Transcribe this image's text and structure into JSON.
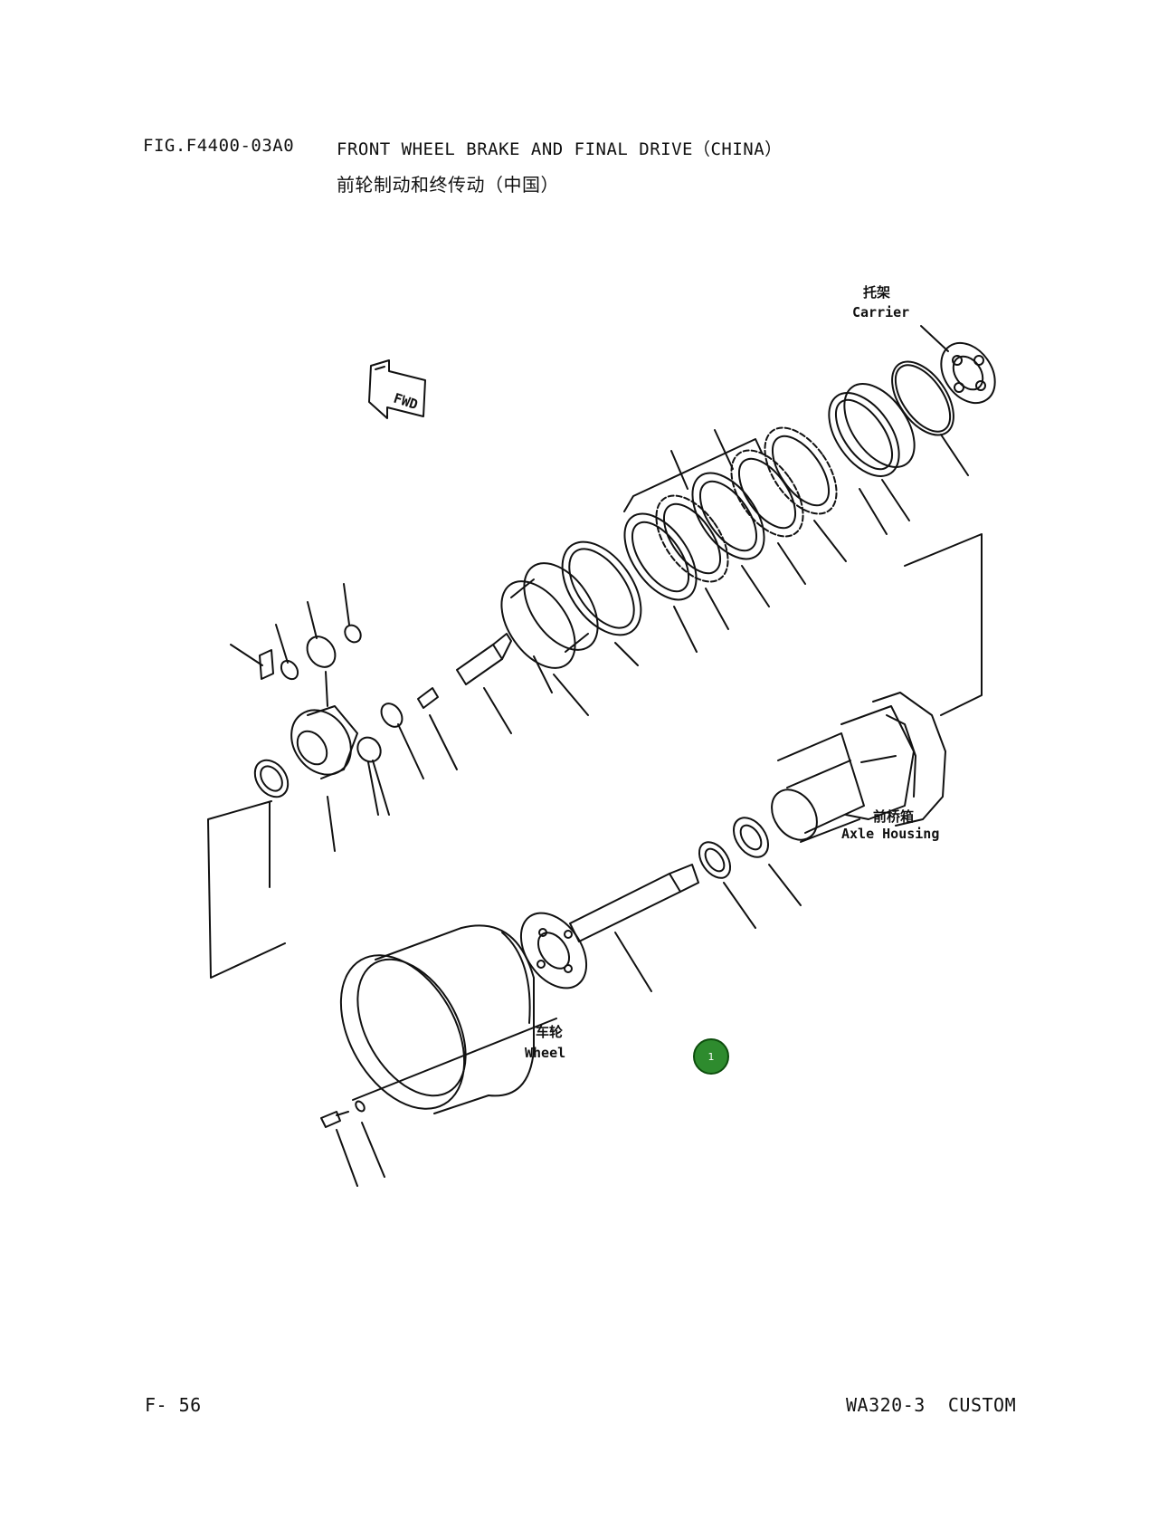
{
  "header": {
    "fig_no": "FIG.F4400-03A0",
    "title_en": "FRONT WHEEL BRAKE AND FINAL DRIVE（CHINA）",
    "title_cn": "前轮制动和终传动（中国）"
  },
  "callouts": {
    "carrier_cn": "托架",
    "carrier_en": "Carrier",
    "axle_cn": "前桥箱",
    "axle_en": "Axle Housing",
    "wheel_cn": "车轮",
    "wheel_en": "Wheel",
    "fwd_arrow": "FWD"
  },
  "hotspot": {
    "label": "1",
    "color": "#2e8b2e",
    "ring_color": "#0d4d0d"
  },
  "footer": {
    "page": "F- 56",
    "model": "WA320-3  CUSTOM"
  }
}
